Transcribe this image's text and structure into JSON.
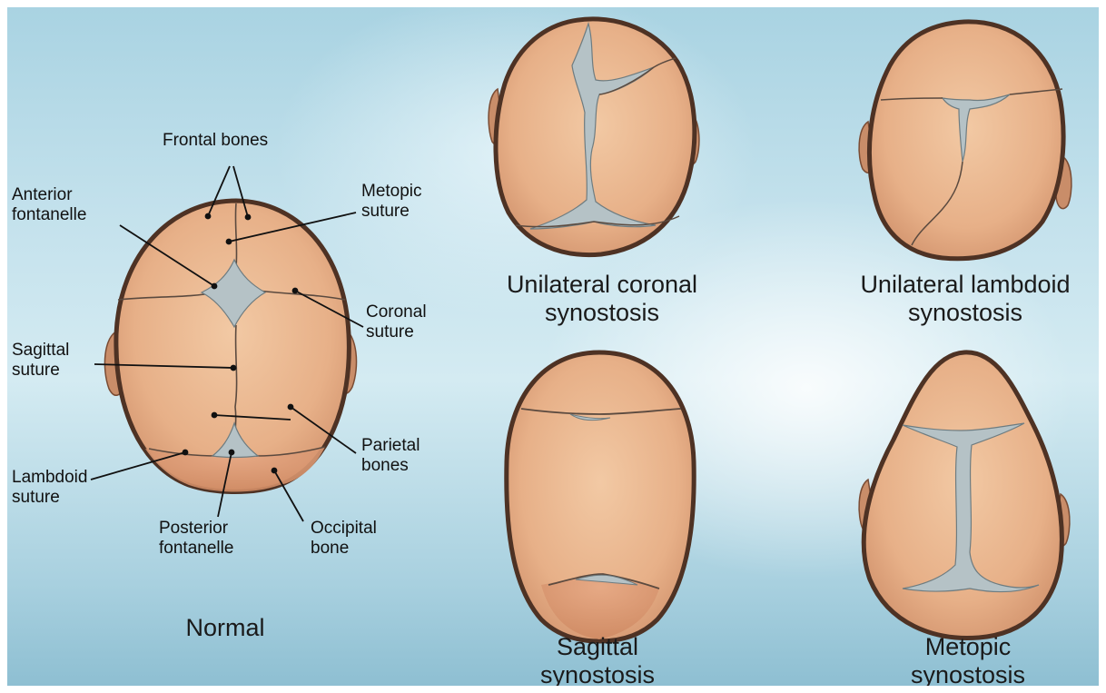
{
  "normal": {
    "labels": {
      "frontal_bones": "Frontal bones",
      "anterior_fontanelle": "Anterior\nfontanelle",
      "metopic_suture": "Metopic\nsuture",
      "coronal_suture": "Coronal\nsuture",
      "sagittal_suture": "Sagittal\nsuture",
      "parietal_bones": "Parietal\nbones",
      "lambdoid_suture": "Lambdoid\nsuture",
      "posterior_fontanelle": "Posterior\nfontanelle",
      "occipital_bone": "Occipital\nbone"
    },
    "title": "Normal"
  },
  "variants": {
    "unilateral_coronal": "Unilateral coronal\nsynostosis",
    "unilateral_lambdoid": "Unilateral lambdoid\nsynostosis",
    "sagittal": "Sagittal\nsynostosis",
    "metopic": "Metopic\nsynostosis"
  },
  "colors": {
    "skull_fill": "#e9b68f",
    "skull_edge": "#5a3a2a",
    "fontanelle": "#b5c2c6",
    "ear": "#c98d69",
    "suture": "#5b4a3f"
  }
}
